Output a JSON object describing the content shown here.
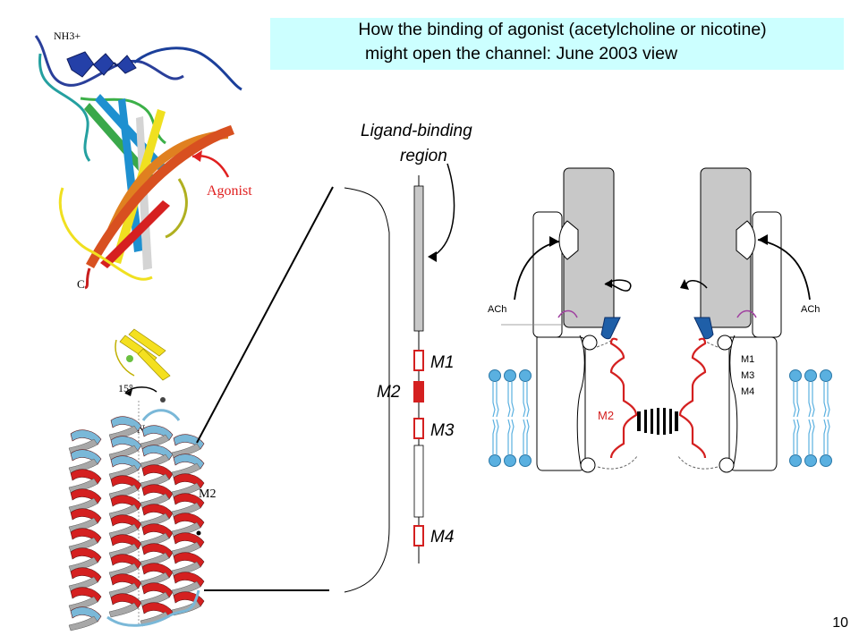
{
  "title": {
    "line1": "How the binding of agonist (acetylcholine or nicotine)",
    "line2": "might open the channel: June 2003 view"
  },
  "slide_number": "10",
  "topology": {
    "ligand_binding_label": "Ligand-binding",
    "ligand_binding_label2": "region",
    "m1": "M1",
    "m2": "M2",
    "m3": "M3",
    "m4": "M4"
  },
  "structure_labels": {
    "nh3": "NH3+",
    "agonist": "Agonist",
    "c_term": "C",
    "rotation": "15°",
    "n_term": "N",
    "m2": "M2"
  },
  "schematic_labels": {
    "ach_left": "ACh",
    "ach_right": "ACh",
    "m2": "M2",
    "m1": "M1",
    "m3": "M3",
    "m4": "M4"
  },
  "colors": {
    "title_bg": "#ccffff",
    "helix_red": "#d42020",
    "helix_blue": "#7ab8d8",
    "membrane_blue": "#5ab0e0",
    "ligand_gray": "#c8c8c8",
    "pivot_blue": "#1f5fa8",
    "agonist_red": "#e02020"
  }
}
